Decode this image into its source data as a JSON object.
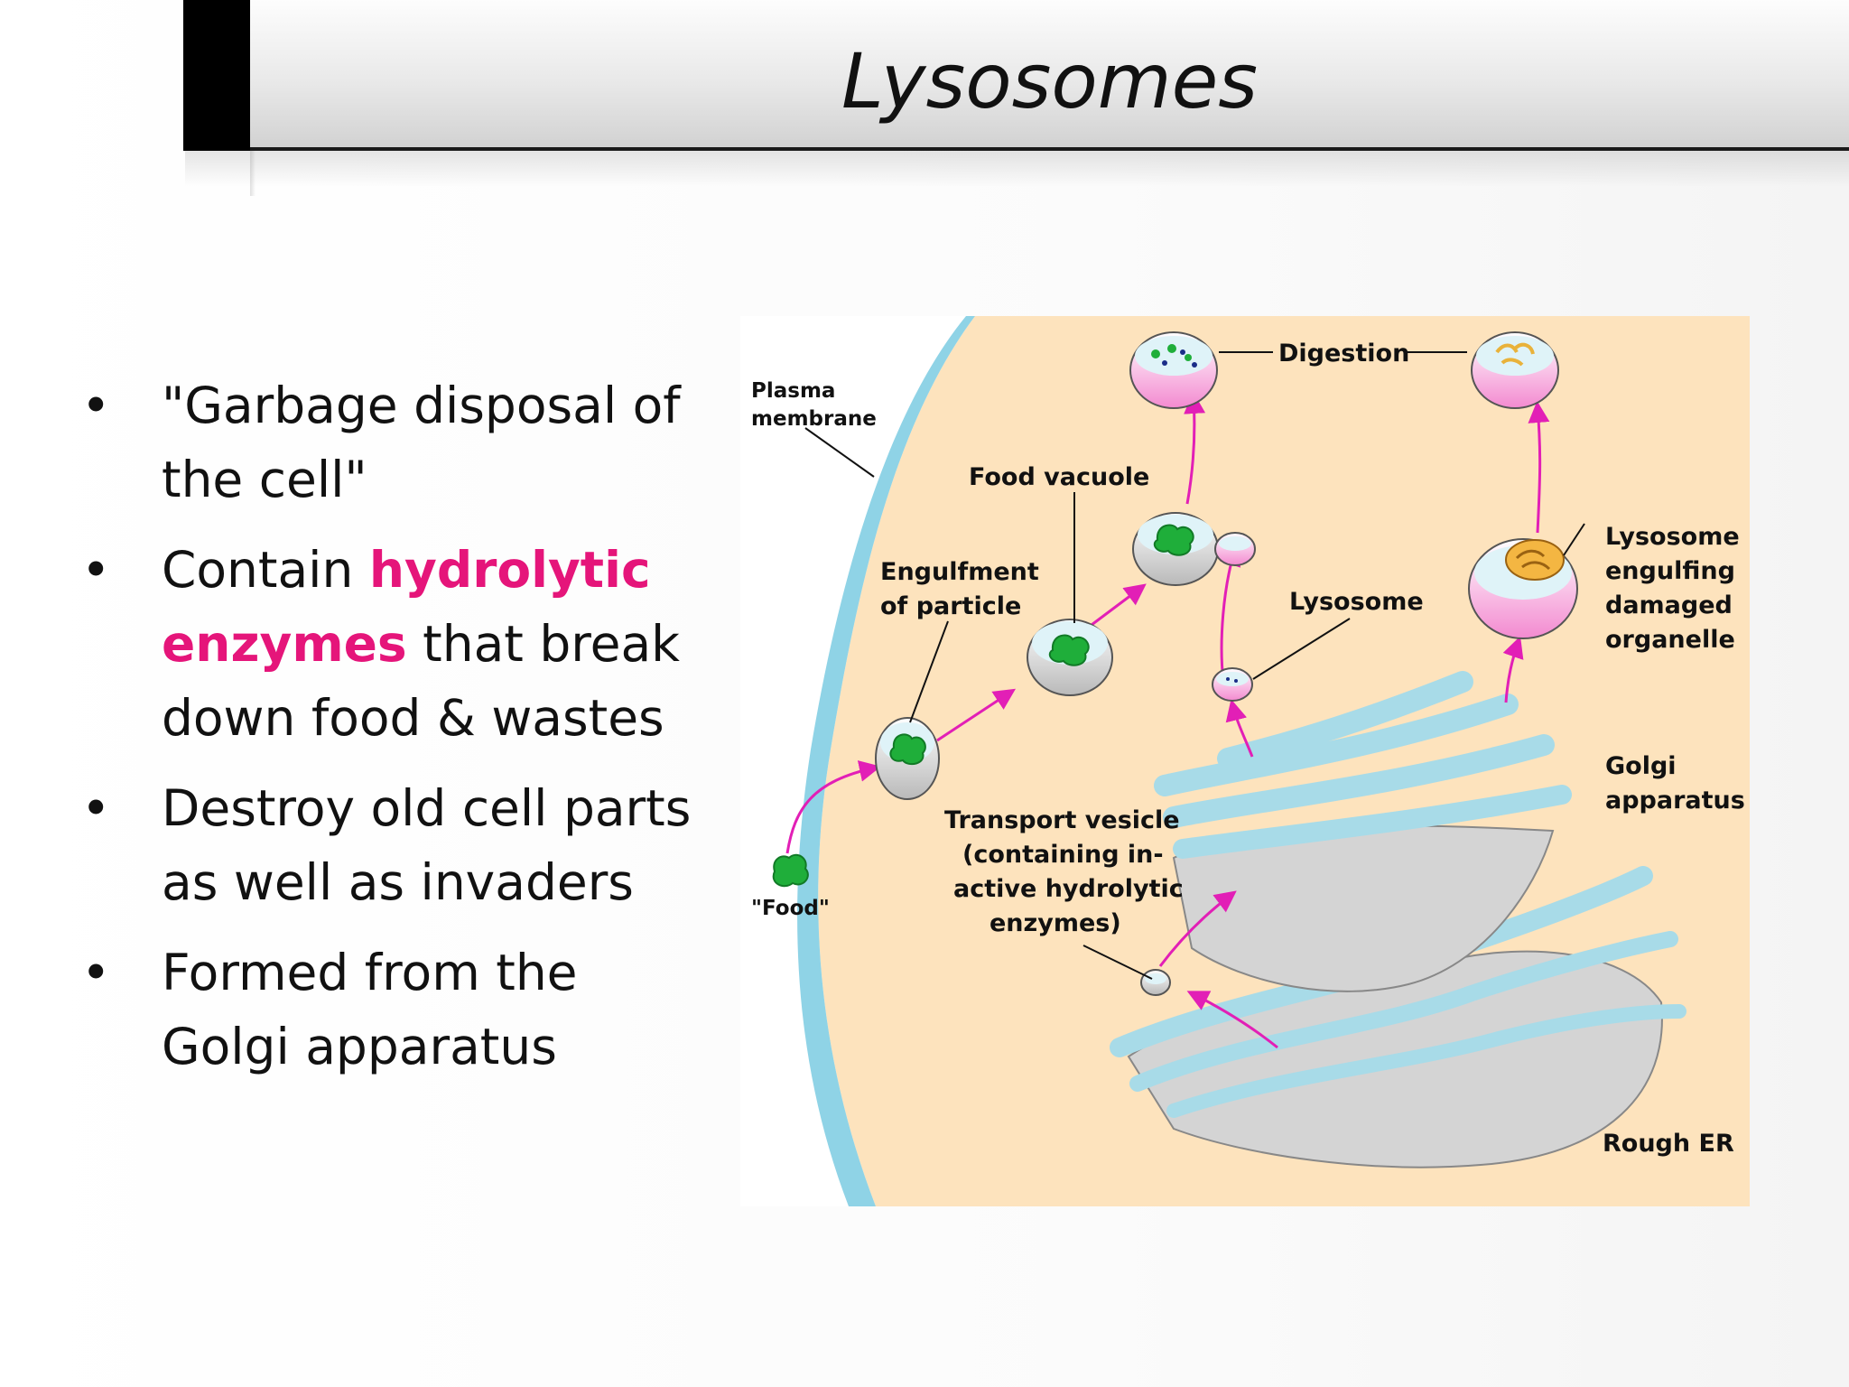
{
  "slide": {
    "title": "Lysosomes"
  },
  "bullets": [
    {
      "parts": [
        "\"Garbage disposal of the cell\""
      ]
    },
    {
      "parts": [
        "Contain ",
        "hydrolytic enzymes",
        " that break down food & wastes"
      ]
    },
    {
      "parts": [
        "Destroy old cell parts as well as invaders"
      ]
    },
    {
      "parts": [
        "Formed from the Golgi apparatus"
      ]
    }
  ],
  "colors": {
    "highlight": "#e5157a",
    "cytoplasm": "#fde3bd",
    "membrane": "#8fd3e6",
    "arrow": "#e21fb6",
    "food": "#1fae3a"
  },
  "diagram": {
    "labels": {
      "plasma": "Plasma",
      "membrane": "membrane",
      "food": "\"Food\"",
      "digestion": "Digestion",
      "food_vacuole": "Food vacuole",
      "engulfment_1": "Engulfment",
      "engulfment_2": "of particle",
      "lysosome": "Lysosome",
      "lys_eng_1": "Lysosome",
      "lys_eng_2": "engulfing",
      "lys_eng_3": "damaged",
      "lys_eng_4": "organelle",
      "golgi_1": "Golgi",
      "golgi_2": "apparatus",
      "transport_1": "Transport vesicle",
      "transport_2": "(containing in-",
      "transport_3": "active hydrolytic",
      "transport_4": "enzymes)",
      "rough_er": "Rough ER"
    }
  }
}
